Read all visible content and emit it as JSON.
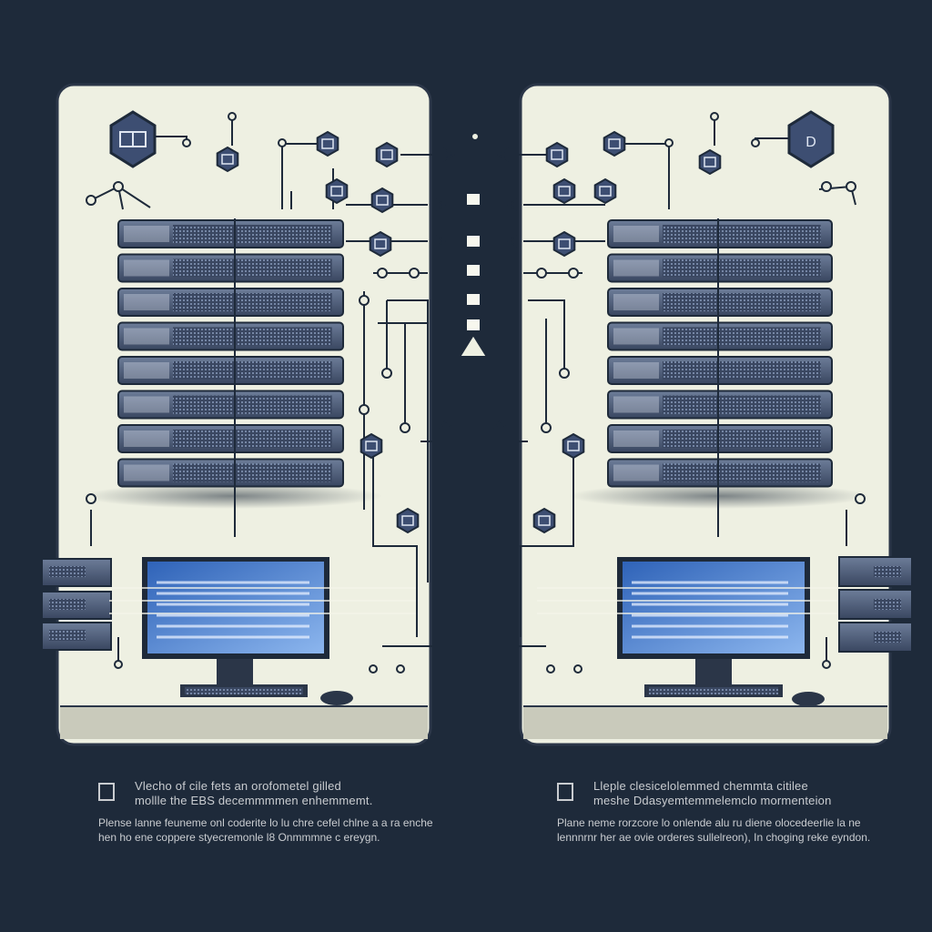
{
  "colors": {
    "background": "#1e2a3a",
    "panel": "#eef0e2",
    "server_body": "#3d4a63",
    "server_face": "#5b6c8a",
    "screen": "#4f86d6",
    "line": "#1e2a3a"
  },
  "captions": {
    "left": {
      "title_line1": "Vlecho of cile fets an orofometel gilled",
      "title_line2": "mollle the EBS decemmmmen enhemmemt.",
      "body": "Plense lanne feuneme onl coderite lo lu chre cefel chlne a a ra enche hen ho ene coppere styecremonle l8 Onmmmne c ereygn."
    },
    "right": {
      "title_line1": "Lleple clesicelolemmed chemmta citilee",
      "title_line2": "meshe Ddasyemtemmelemclo mormenteion",
      "body": "Plane neme rorzcore lo onlende alu ru diene olocedeerlie la ne lennnrnr her ae ovie orderes sullelreon), In choging reke eyndon."
    }
  },
  "icons": {
    "left_panel_badge": "document-hex-icon",
    "right_panel_badge": "d-letter-hex-icon"
  }
}
